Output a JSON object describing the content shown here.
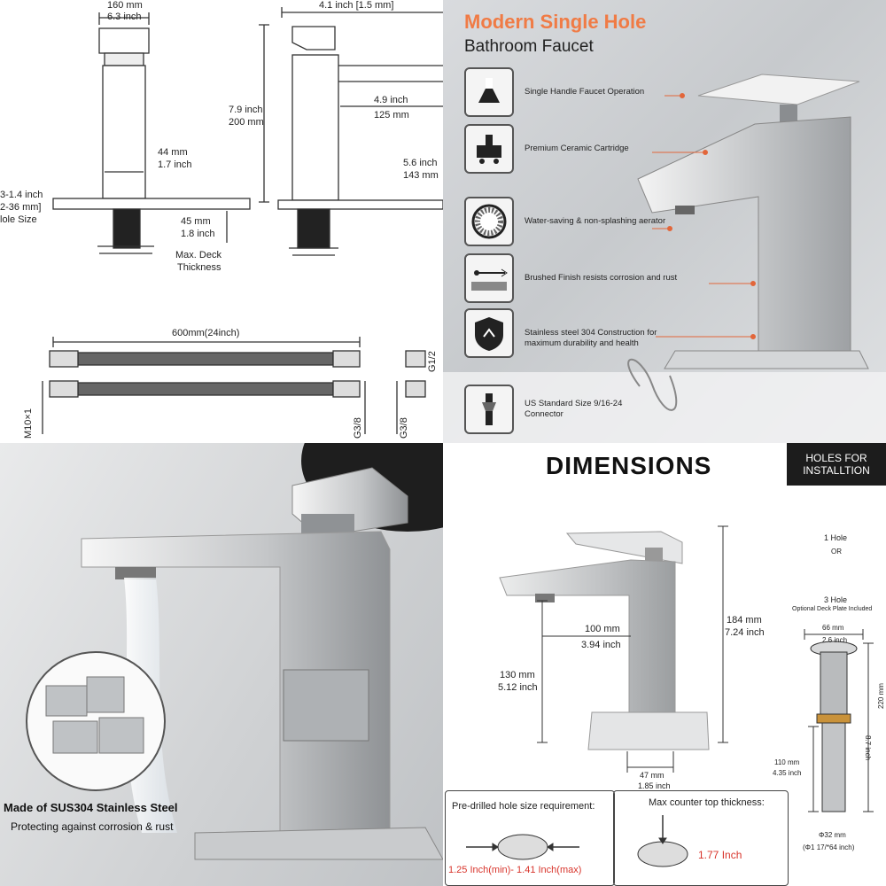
{
  "q1": {
    "top_width_mm": "160 mm",
    "top_width_inch": "6.3 inch",
    "side_width": "4.1 inch [1.5 mm]",
    "height_inch": "7.9 inch",
    "height_mm": "200 mm",
    "reach_inch": "4.9 inch",
    "reach_mm": "125 mm",
    "base_mm": "44 mm",
    "base_inch": "1.7 inch",
    "spout_inch": "5.6 inch",
    "spout_mm": "143 mm",
    "hole_a": "3-1.4 inch",
    "hole_b": "2-36 mm]",
    "hole_c": "lole Size",
    "deck_mm": "45 mm",
    "deck_inch": "1.8 inch",
    "deck_label_1": "Max. Deck",
    "deck_label_2": "Thickness",
    "hose_length": "600mm(24inch)",
    "m10": "M10×1",
    "g38a": "G3/8",
    "g38b": "G3/8",
    "g12": "G1/2"
  },
  "q2": {
    "title": "Modern Single Hole",
    "subtitle": "Bathroom Faucet",
    "features": [
      {
        "icon": "handle-icon",
        "text": "Single Handle Faucet Operation"
      },
      {
        "icon": "cartridge-icon",
        "text": "Premium Ceramic Cartridge"
      },
      {
        "icon": "aerator-icon",
        "text": "Water-saving & non-splashing aerator"
      },
      {
        "icon": "brushed-finish-icon",
        "text": "Brushed Finish resists corrosion and rust"
      },
      {
        "icon": "shield-icon",
        "text": "Stainless steel 304 Construction for maximum durability and health"
      },
      {
        "icon": "connector-icon",
        "text": "US Standard Size 9/16-24 Connector"
      }
    ]
  },
  "q3": {
    "caption_1": "Made of SUS304 Stainless Steel",
    "caption_2": "Protecting against corrosion & rust"
  },
  "q4": {
    "title": "DIMENSIONS",
    "holes_title": "HOLES FOR INSTALLTION",
    "hole_1": "1 Hole",
    "or": "OR",
    "hole_3": "3 Hole",
    "deck_note": "Optional Deck Plate Included",
    "reach_mm": "100 mm",
    "reach_inch": "3.94 inch",
    "height_mm": "184 mm",
    "height_inch": "7.24 inch",
    "spout_mm": "130 mm",
    "spout_inch": "5.12 inch",
    "base_mm": "47 mm",
    "base_inch": "1.85 inch",
    "drain_top_mm": "66 mm",
    "drain_top_inch": "2.6 inch",
    "drain_len_mm": "220 mm",
    "drain_len_inch": "8.7 inch",
    "drain_mid_mm": "110 mm",
    "drain_mid_inch": "4.35 inch",
    "drain_dia_mm": "Φ32 mm",
    "drain_dia_inch": "(Φ1 17/*64 inch)",
    "predrill_title": "Pre-drilled hole size requirement:",
    "predrill_value": "1.25 Inch(min)- 1.41 Inch(max)",
    "counter_title": "Max counter top thickness:",
    "counter_value": "1.77 Inch",
    "accent": "#d8342b"
  }
}
